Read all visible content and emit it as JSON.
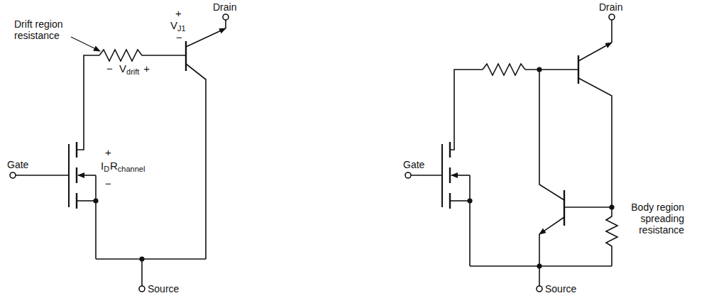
{
  "diagram": {
    "labels": [
      "Drift region resistance",
      "Drain",
      "+",
      "V",
      "J1",
      "−",
      "−",
      "V",
      "drift",
      "+",
      "Gate",
      "+",
      "I",
      "D",
      "R",
      "channel",
      "−",
      "Source",
      "Drain",
      "Gate",
      "Body region spreading resistance",
      "Source"
    ]
  }
}
